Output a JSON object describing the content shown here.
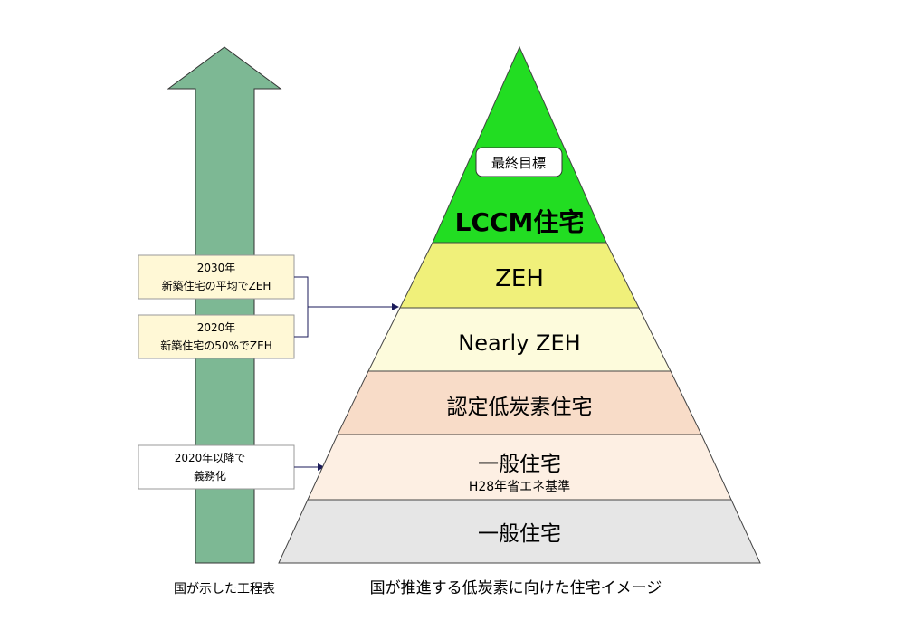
{
  "pyramid": {
    "tiers": [
      {
        "label": "LCCM住宅",
        "sublabel": "",
        "color": "#22DD22",
        "bold": true
      },
      {
        "label": "ZEH",
        "sublabel": "",
        "color": "#F0F07A",
        "bold": false
      },
      {
        "label": "Nearly ZEH",
        "sublabel": "",
        "color": "#FDFBDC",
        "bold": false
      },
      {
        "label": "認定低炭素住宅",
        "sublabel": "",
        "color": "#F8DCC8",
        "bold": false
      },
      {
        "label": "一般住宅",
        "sublabel": "H28年省エネ基準",
        "color": "#FDEFE3",
        "bold": false
      },
      {
        "label": "一般住宅",
        "sublabel": "",
        "color": "#E6E6E6",
        "bold": false
      }
    ],
    "top_badge": "最終目標",
    "caption": "国が推進する低炭素に向けた住宅イメージ"
  },
  "roadmap": {
    "caption": "国が示した工程表",
    "arrow_color": "#7DB894",
    "boxes": [
      {
        "line1": "2030年",
        "line2": "新築住宅の平均でZEH",
        "fill": "#FFF8D6"
      },
      {
        "line1": "2020年",
        "line2": "新築住宅の50%でZEH",
        "fill": "#FFF8D6"
      },
      {
        "line1": "2020年以降で",
        "line2": "義務化",
        "fill": "#FFFFFF"
      }
    ]
  }
}
